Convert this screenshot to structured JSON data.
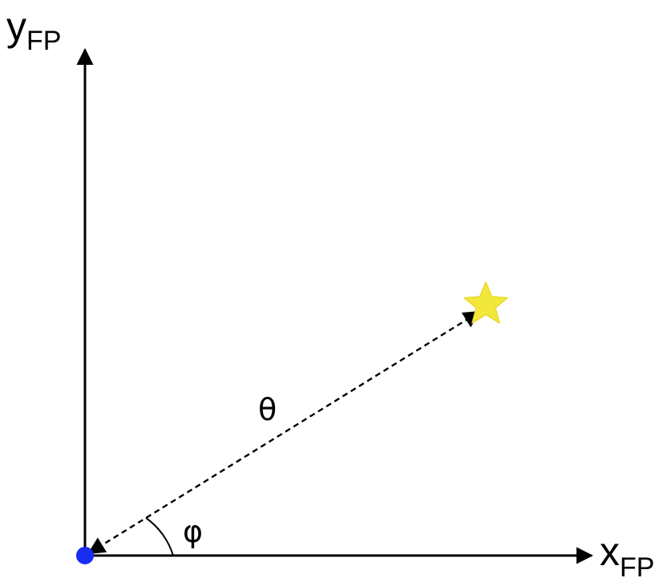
{
  "axes": {
    "y_label": {
      "letter": "y",
      "subscript": "FP"
    },
    "x_label": {
      "letter": "x",
      "subscript": "FP"
    }
  },
  "labels": {
    "theta": "θ",
    "phi": "φ"
  },
  "icons": {
    "target": "star-icon",
    "origin": "origin-dot"
  },
  "colors": {
    "axis": "#000000",
    "origin_dot": "#1a2cf0",
    "star_fill": "#f2e83c",
    "star_stroke": "#e8d92e"
  }
}
